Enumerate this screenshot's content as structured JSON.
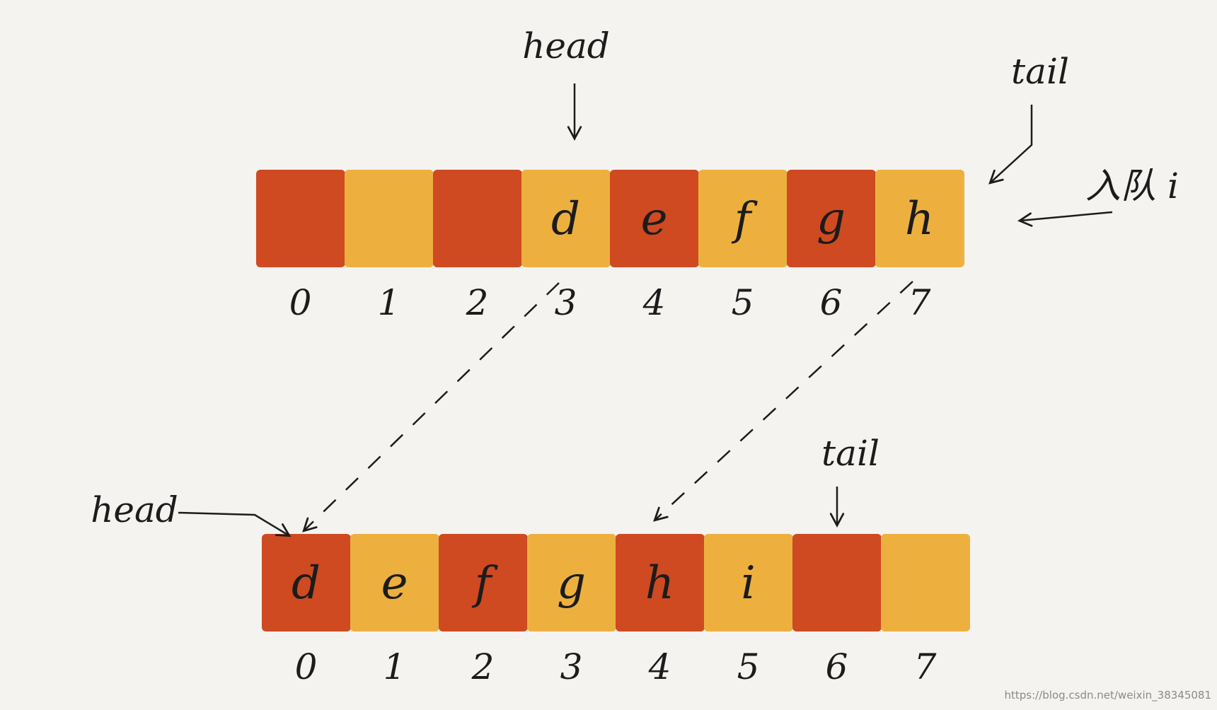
{
  "colors": {
    "red": "#cf4a21",
    "yellow": "#edb03f",
    "ink": "#1c1c1c"
  },
  "top_array": {
    "cells": [
      {
        "value": "",
        "color": "red"
      },
      {
        "value": "",
        "color": "yellow"
      },
      {
        "value": "",
        "color": "red"
      },
      {
        "value": "d",
        "color": "yellow"
      },
      {
        "value": "e",
        "color": "red"
      },
      {
        "value": "f",
        "color": "yellow"
      },
      {
        "value": "g",
        "color": "red"
      },
      {
        "value": "h",
        "color": "yellow"
      }
    ],
    "indices": [
      "0",
      "1",
      "2",
      "3",
      "4",
      "5",
      "6",
      "7"
    ],
    "head_label": "head",
    "head_index": 3,
    "tail_label": "tail",
    "enqueue_label": "入队 i"
  },
  "bottom_array": {
    "cells": [
      {
        "value": "d",
        "color": "red"
      },
      {
        "value": "e",
        "color": "yellow"
      },
      {
        "value": "f",
        "color": "red"
      },
      {
        "value": "g",
        "color": "yellow"
      },
      {
        "value": "h",
        "color": "red"
      },
      {
        "value": "i",
        "color": "yellow"
      },
      {
        "value": "",
        "color": "red"
      },
      {
        "value": "",
        "color": "yellow"
      }
    ],
    "indices": [
      "0",
      "1",
      "2",
      "3",
      "4",
      "5",
      "6",
      "7"
    ],
    "head_label": "head",
    "tail_label": "tail",
    "tail_index": 6
  },
  "watermark": "https://blog.csdn.net/weixin_38345081"
}
